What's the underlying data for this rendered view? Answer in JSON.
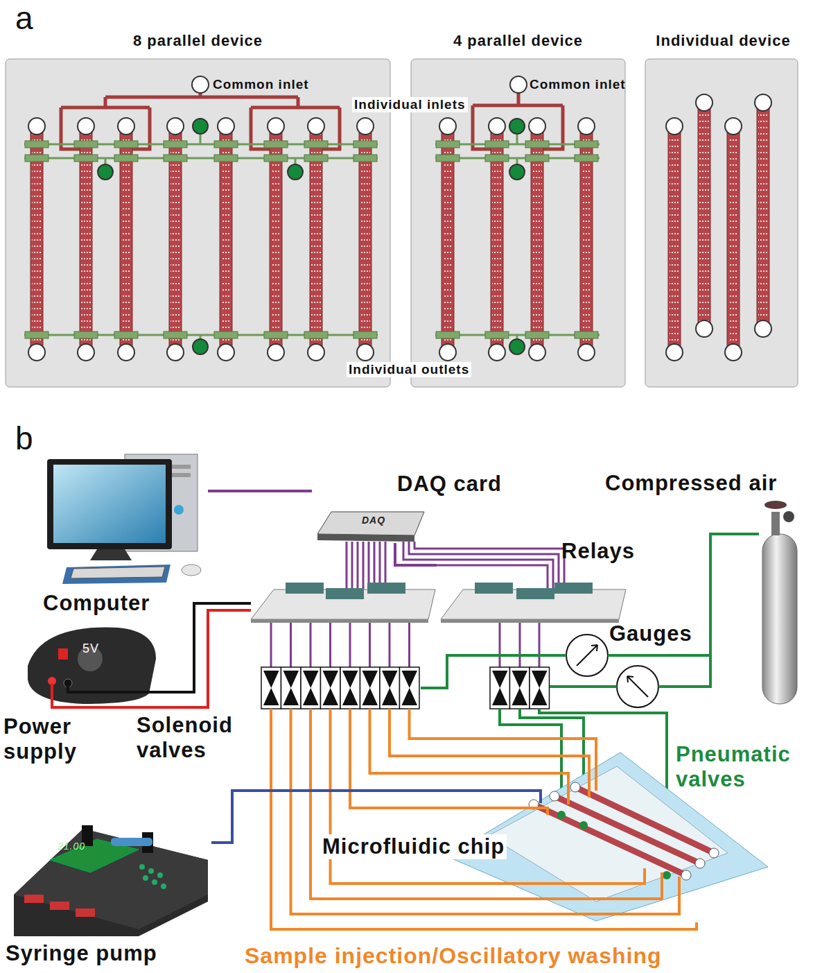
{
  "diagram": {
    "nodes": [
      {
        "text": [
          "8 parallel device"
        ]
      },
      {
        "text": [
          "4 parallel device"
        ]
      },
      {
        "text": [
          "Individual device"
        ]
      },
      {
        "text": [
          "Computer"
        ]
      },
      {
        "text": [
          "DAQ card",
          "DAQ"
        ]
      },
      {
        "text": [
          "Relays"
        ]
      },
      {
        "text": [
          "Power supply",
          "5V"
        ]
      },
      {
        "text": [
          "Solenoid valves"
        ]
      },
      {
        "text": [
          "Gauges"
        ]
      },
      {
        "text": [
          "Compressed air"
        ]
      },
      {
        "text": [
          "Microfluidic chip"
        ]
      },
      {
        "text": [
          "Syringe pump",
          "21.00"
        ]
      }
    ],
    "edges": [
      {
        "from": 3,
        "to": 4,
        "arrow": "none"
      },
      {
        "from": 4,
        "to": 5,
        "arrow": "none"
      },
      {
        "from": 7,
        "to": 10,
        "arrow": "none"
      },
      {
        "from": 11,
        "to": 10,
        "arrow": "none"
      },
      {
        "from": 9,
        "to": 8,
        "arrow": "none"
      }
    ],
    "labels": [
      "a",
      "b",
      "Common inlet",
      "Common inlet",
      "Individual inlets",
      "Individual outlets",
      "Pneumatic valves",
      "Sample injection/Oscillatory washing"
    ]
  }
}
